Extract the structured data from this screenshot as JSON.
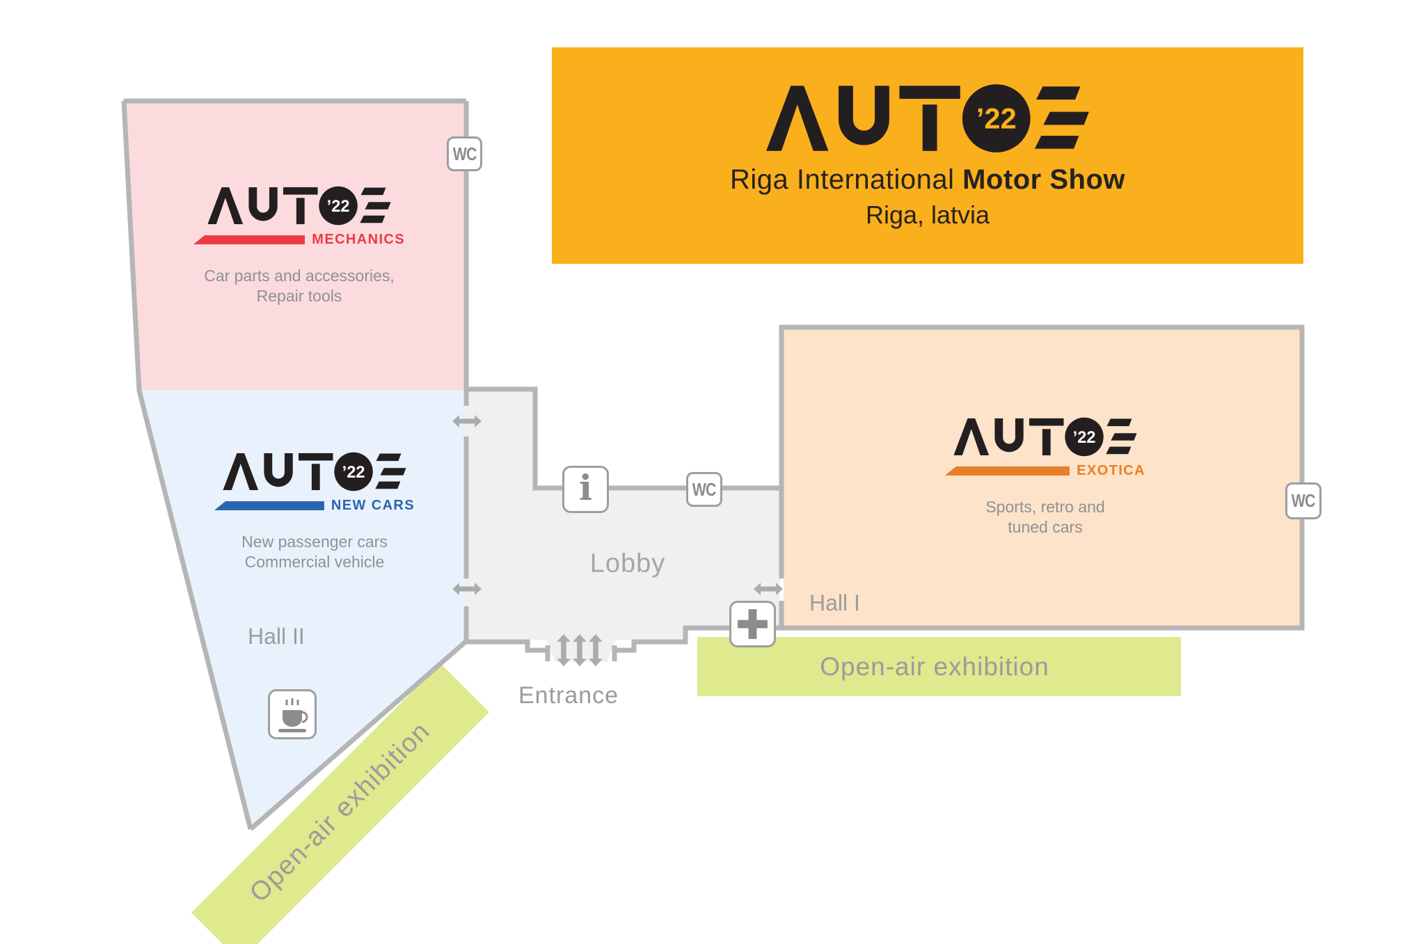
{
  "banner": {
    "bg": "#FAAF1D",
    "title_regular": "Riga International ",
    "title_bold": "Motor Show",
    "subtitle": "Riga, latvia",
    "text_color": "#262220"
  },
  "logo": {
    "year": "’22",
    "ink": "#231F20"
  },
  "halls": {
    "mechanics": {
      "name": "MECHANICS",
      "desc1": "Car parts and accessories,",
      "desc2": "Repair tools",
      "accent": "#EE3A44",
      "fill": "#FBDBDE"
    },
    "new_cars": {
      "name": "NEW CARS",
      "desc1": "New passenger cars",
      "desc2": "Commercial vehicle",
      "accent": "#2A66AD",
      "fill": "#E9F2FC",
      "hall_label": "Hall II"
    },
    "exotica": {
      "name": "EXOTICA",
      "desc1": "Sports, retro and",
      "desc2": "tuned cars",
      "accent": "#E97E26",
      "fill": "#FDE3C9",
      "hall_label": "Hall I"
    }
  },
  "lobby": {
    "label": "Lobby",
    "fill": "#F0F0F0"
  },
  "entrance": {
    "label": "Entrance"
  },
  "open_air": {
    "label": "Open-air exhibition",
    "fill": "#DFE98D"
  },
  "badges": {
    "wc": "WC",
    "info": "i"
  },
  "colors": {
    "wall": "#B5B5B5",
    "arrow": "#ABABAB",
    "hall_label_text": "#9B9B9B",
    "lobby_label_text": "#A6A6A6",
    "desc_text": "#8F9193",
    "badge_border": "#9E9E9E",
    "badge_glyph": "#8C8C8C"
  }
}
